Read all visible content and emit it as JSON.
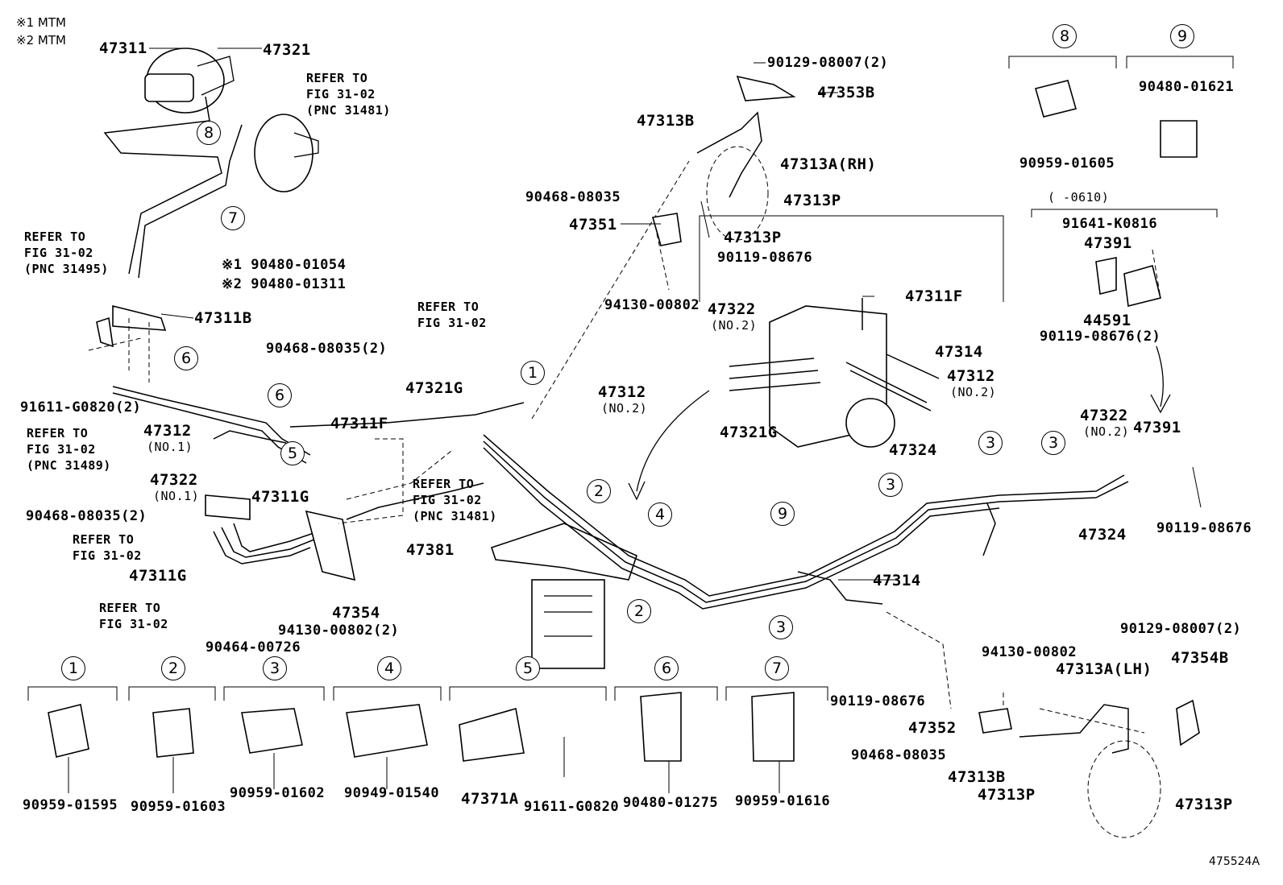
{
  "legend": [
    "※1 MTM",
    "※2 MTM"
  ],
  "figure_id": "475524A",
  "callouts": {
    "c1": "1",
    "c2": "2",
    "c3": "3",
    "c4": "4",
    "c5": "5",
    "c6": "6",
    "c7": "7",
    "c8": "8",
    "c9": "9"
  },
  "part_numbers": {
    "p47311": "47311",
    "p47321": "47321",
    "p47311B": "47311B",
    "p90480_01054": "※1 90480-01054",
    "p90480_01311": "※2 90480-01311",
    "p91611_G0820_2": "91611-G0820(2)",
    "p47312_no1": "47312",
    "p47312_no1_sub": "(NO.1)",
    "p47322_no1": "47322",
    "p47322_no1_sub": "(NO.1)",
    "p90468_08035_2a": "90468-08035(2)",
    "p47311G_a": "47311G",
    "p47311G_b": "47311G",
    "p47354": "47354",
    "p94130_00802_2": "94130-00802(2)",
    "p90464_00726": "90464-00726",
    "p47381": "47381",
    "p90468_08035_2b": "90468-08035(2)",
    "p47321G_a": "47321G",
    "p47311F_a": "47311F",
    "p47312_no2": "47312",
    "p47312_no2_sub": "(NO.2)",
    "p90129_08007_2_top": "90129-08007(2)",
    "p47353B": "47353B",
    "p47313B_top": "47313B",
    "p47313A_RH": "47313A(RH)",
    "p90468_08035_top": "90468-08035",
    "p47313P_top1": "47313P",
    "p47351": "47351",
    "p47313P_top2": "47313P",
    "p90119_08676_top": "90119-08676",
    "p94130_00802_top": "94130-00802",
    "p47311F_b": "47311F",
    "p47322_no2_b": "47322",
    "p47322_no2_b_sub": "(NO.2)",
    "p47314_a": "47314",
    "p47312_b": "47312",
    "p47312_b_sub": "(NO.2)",
    "p47321G_b": "47321G",
    "p47324_a": "47324",
    "p90959_01605": "90959-01605",
    "p90480_01621": "90480-01621",
    "p0610": "(    -0610)",
    "p91641_K0816": "91641-K0816",
    "p47391_a": "47391",
    "p44591": "44591",
    "p90119_08676_2": "90119-08676(2)",
    "p47322_no2_c": "47322",
    "p47322_no2_c_sub": "(NO.2)",
    "p47391_b": "47391",
    "p47324_b": "47324",
    "p90119_08676_r": "90119-08676",
    "p47314_b": "47314",
    "p94130_00802_r": "94130-00802",
    "p90129_08007_2_r": "90129-08007(2)",
    "p47313A_LH": "47313A(LH)",
    "p47354B": "47354B",
    "p90119_08676_b": "90119-08676",
    "p47352": "47352",
    "p90468_08035_b": "90468-08035",
    "p47313B_b": "47313B",
    "p47313P_b1": "47313P",
    "p47313P_b2": "47313P",
    "p90959_01595": "90959-01595",
    "p90959_01603": "90959-01603",
    "p90959_01602": "90959-01602",
    "p90949_01540": "90949-01540",
    "p47371A": "47371A",
    "p91611_G0820": "91611-G0820",
    "p90480_01275": "90480-01275",
    "p90959_01616": "90959-01616"
  },
  "references": {
    "r1": "REFER TO\nFIG 31-02\n(PNC 31481)",
    "r2": "REFER TO\nFIG 31-02\n(PNC 31495)",
    "r3": "REFER TO\nFIG 31-02\n(PNC 31489)",
    "r4": "REFER TO\nFIG 31-02",
    "r5": "REFER TO\nFIG 31-02",
    "r6": "REFER TO\nFIG 31-02",
    "r7": "REFER TO\nFIG 31-02\n(PNC 31481)"
  }
}
